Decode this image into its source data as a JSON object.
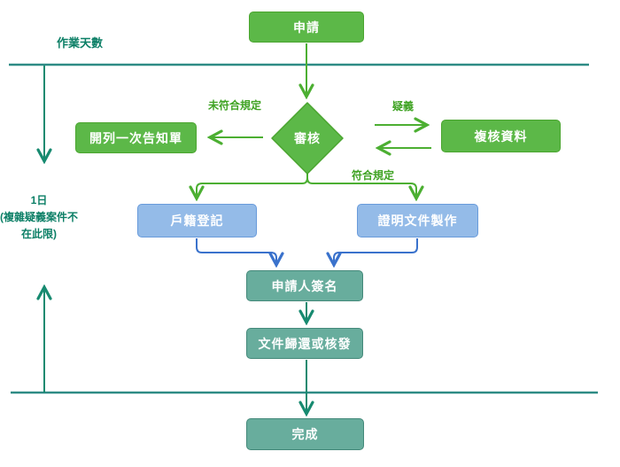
{
  "diagram": {
    "type": "flowchart",
    "language": "zh-TW",
    "colors": {
      "node_green_fill": "#5cb848",
      "node_green_border": "#4aa52f",
      "node_blue_fill": "#94bbe8",
      "node_blue_border": "#699bdb",
      "node_teal_fill": "#68ad9d",
      "node_teal_border": "#44897a",
      "arrow_green": "#4caf32",
      "arrow_blue": "#3a72cc",
      "arrow_teal": "#178a70",
      "timeline_teal": "#2e8b85",
      "label_green": "#3fa323",
      "label_dark_teal": "#0c7f66",
      "node_text": "#ffffff"
    },
    "nodes": {
      "apply": {
        "label": "申請"
      },
      "review": {
        "label": "審核"
      },
      "notice": {
        "label": "開列一次告知單"
      },
      "recheck": {
        "label": "複核資料"
      },
      "household": {
        "label": "戶籍登記"
      },
      "certificate": {
        "label": "證明文件製作"
      },
      "signature": {
        "label": "申請人簽名"
      },
      "return": {
        "label": "文件歸還或核發"
      },
      "done": {
        "label": "完成"
      }
    },
    "edge_labels": {
      "not_compliant": "未符合規定",
      "doubt": "疑義",
      "compliant": "符合規定"
    },
    "annotations": {
      "working_days": "作業天數",
      "duration_line1": "1日",
      "duration_line2": "(複雜疑義案件不",
      "duration_line3": "在此限)"
    }
  }
}
